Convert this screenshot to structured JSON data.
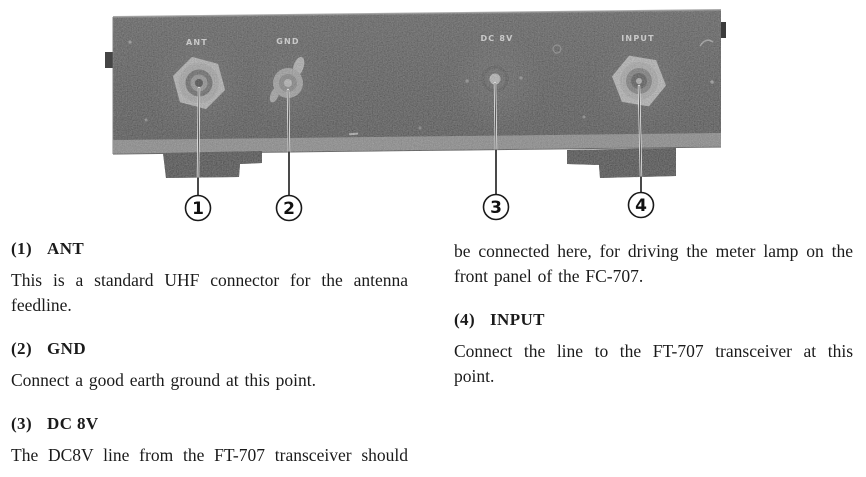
{
  "figure": {
    "panel_labels": {
      "ant": "ANT",
      "gnd": "GND",
      "dc8v": "DC 8V",
      "input": "INPUT"
    },
    "callouts": {
      "c1": "1",
      "c2": "2",
      "c3": "3",
      "c4": "4"
    }
  },
  "content": {
    "left": {
      "s1": {
        "num": "(1)",
        "title": "ANT",
        "body": "This is a standard UHF connector for the antenna feedline."
      },
      "s2": {
        "num": "(2)",
        "title": "GND",
        "body": "Connect a good earth ground at this point."
      },
      "s3": {
        "num": "(3)",
        "title": "DC 8V",
        "body": "The DC8V line from the FT-707 transceiver should"
      }
    },
    "right": {
      "continuation": "be connected here, for driving the meter lamp on the front panel of the FC-707.",
      "s4": {
        "num": "(4)",
        "title": "INPUT",
        "body": "Connect the line to the FT-707 transceiver at this point."
      }
    }
  }
}
